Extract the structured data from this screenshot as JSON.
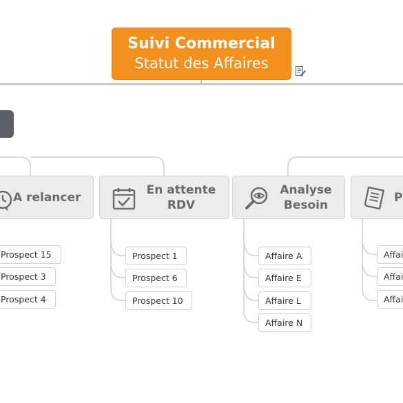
{
  "root": {
    "title": "Suivi Commercial",
    "subtitle": "Statut des Affaires"
  },
  "categories": [
    {
      "label": "A relancer",
      "icon": "alarm-clock-icon"
    },
    {
      "label_line1": "En attente",
      "label_line2": "RDV",
      "icon": "calendar-check-icon"
    },
    {
      "label_line1": "Analyse",
      "label_line2": "Besoin",
      "icon": "magnifier-eye-icon"
    },
    {
      "label": "P",
      "icon": "document-list-icon"
    }
  ],
  "relancer_items": [
    "Prospect 15",
    "Prospect 3",
    "Prospect 4"
  ],
  "rdv_items": [
    "Prospect 1",
    "Prospect 6",
    "Prospect 10"
  ],
  "analyse_items": [
    "Affaire A",
    "Affaire E",
    "Affaire L",
    "Affaire N"
  ],
  "p_items": [
    "Affaire",
    "Affaire",
    "Affaire"
  ],
  "colors": {
    "root_bg": "#f4901e",
    "category_bg": "#ececec",
    "dark_button": "#5d5e63",
    "connector": "#cfcfcf"
  }
}
